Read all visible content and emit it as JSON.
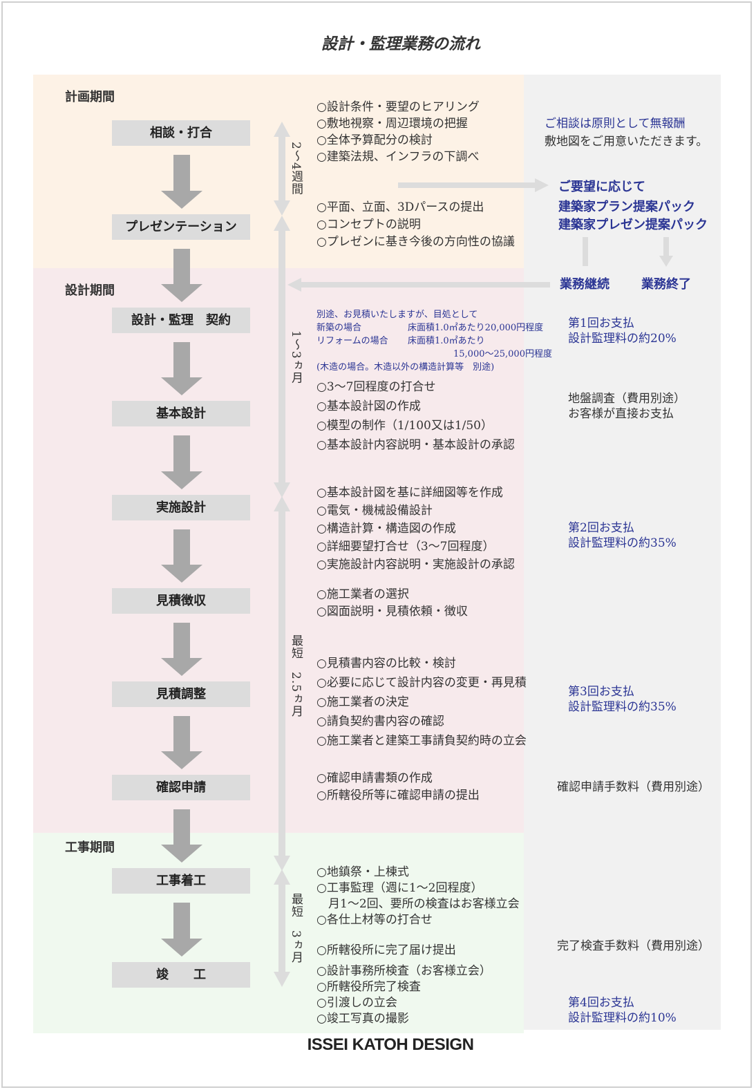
{
  "title": "設計・監理業務の流れ",
  "periods": {
    "plan": "計画期間",
    "design": "設計期間",
    "construction": "工事期間"
  },
  "steps": [
    "相談・打合",
    "プレゼンテーション",
    "設計・監理　契約",
    "基本設計",
    "実施設計",
    "見積徴収",
    "見積調整",
    "確認申請",
    "工事着工",
    "竣　　工"
  ],
  "durations": {
    "plan": "2〜4週間",
    "basic": "1〜3ヵ月",
    "detail": "最短　2.5ヵ月",
    "construction": "最短　3ヵ月"
  },
  "tasks": {
    "consult": [
      "○設計条件・要望のヒアリング",
      "○敷地視察・周辺環境の把握",
      "○全体予算配分の検討",
      "○建築法規、インフラの下調べ"
    ],
    "presentation": [
      "○平面、立面、3Dパースの提出",
      "○コンセプトの説明",
      "○プレゼンに基き今後の方向性の協議"
    ],
    "contract_note": {
      "line1": "別途、お見積いたしますが、目処として",
      "line2a": "新築の場合",
      "line2b": "床面積1.0㎡あたり20,000円程度",
      "line3a": "リフォームの場合",
      "line3b": "床面積1.0㎡あたり",
      "line4": "15,000〜25,000円程度",
      "line5": "(木造の場合。木造以外の構造計算等　別途)"
    },
    "basic": [
      "○3〜7回程度の打合せ",
      "○基本設計図の作成",
      "○模型の制作（1/100又は1/50）",
      "○基本設計内容説明・基本設計の承認"
    ],
    "detail": [
      "○基本設計図を基に詳細図等を作成",
      "○電気・機械設備設計",
      "○構造計算・構造図の作成",
      "○詳細要望打合せ（3〜7回程度）",
      "○実施設計内容説明・実施設計の承認"
    ],
    "estimate": [
      "○施工業者の選択",
      "○図面説明・見積依頼・徴収"
    ],
    "adjust": [
      "○見積書内容の比較・検討",
      "○必要に応じて設計内容の変更・再見積",
      "○施工業者の決定",
      "○請負契約書内容の確認",
      "○施工業者と建築工事請負契約時の立会"
    ],
    "permit": [
      "○確認申請書類の作成",
      "○所轄役所等に確認申請の提出"
    ],
    "start": [
      "○地鎮祭・上棟式",
      "○工事監理（週に1〜2回程度）",
      "　月1〜2回、要所の検査はお客様立会",
      "○各仕上材等の打合せ"
    ],
    "completion": [
      "○所轄役所に完了届け提出",
      "○設計事務所検査（お客様立会）",
      "○所轄役所完了検査",
      "○引渡しの立会",
      "○竣工写真の撮影"
    ]
  },
  "right": {
    "consult_free": "ご相談は原則として無報酬",
    "site_map": "敷地図をご用意いただきます。",
    "on_request": "ご要望に応じて",
    "pack1": "建築家プラン提案パック",
    "pack2": "建築家プレゼン提案パック",
    "continue": "業務継続",
    "end": "業務終了",
    "pay1a": "第1回お支払",
    "pay1b": "設計監理料の約20%",
    "soil1": "地盤調査（費用別途）",
    "soil2": "お客様が直接お支払",
    "pay2a": "第2回お支払",
    "pay2b": "設計監理料の約35%",
    "pay3a": "第3回お支払",
    "pay3b": "設計監理料の約35%",
    "permit_fee": "確認申請手数料（費用別途）",
    "inspect_fee": "完了検査手数料（費用別途）",
    "pay4a": "第4回お支払",
    "pay4b": "設計監理料の約10%"
  },
  "footer": "ISSEI KATOH DESIGN",
  "colors": {
    "plan_band": "#fdf2e6",
    "design_band": "#f7eaec",
    "construction_band": "#f0f9ef",
    "right_panel": "#f1f1f1",
    "accent_blue": "#2b3594",
    "step_box": "#dcdcdc",
    "arrow": "#a8a8a8"
  }
}
